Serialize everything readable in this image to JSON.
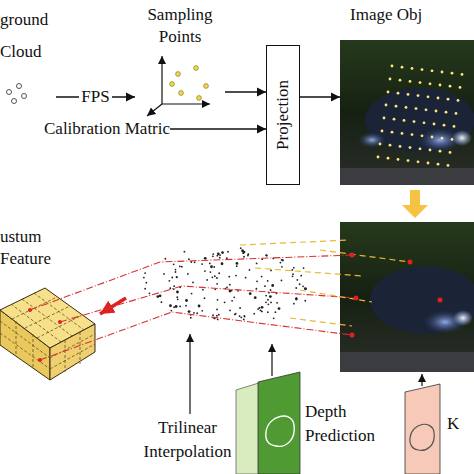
{
  "diagram": {
    "nodes": [
      {
        "text": [
          "ground Cloud"
        ]
      },
      {
        "text": [
          "Sampling Points"
        ]
      },
      {
        "text": [
          "Calibration Matric"
        ]
      },
      {
        "text": [
          "Projection"
        ]
      },
      {
        "text": [
          "Image Obj"
        ]
      },
      {
        "text": [
          "ustum Feature"
        ]
      }
    ],
    "edges": [
      {
        "from": 0,
        "to": 1,
        "label": "FPS",
        "arrow": "to"
      },
      {
        "from": 1,
        "to": 3,
        "arrow": "to"
      },
      {
        "from": 2,
        "to": 3,
        "arrow": "to"
      },
      {
        "from": 3,
        "to": 4,
        "arrow": "to"
      }
    ],
    "labels": [
      "Trilinear Interpolation",
      "Depth Prediction",
      "K"
    ]
  }
}
